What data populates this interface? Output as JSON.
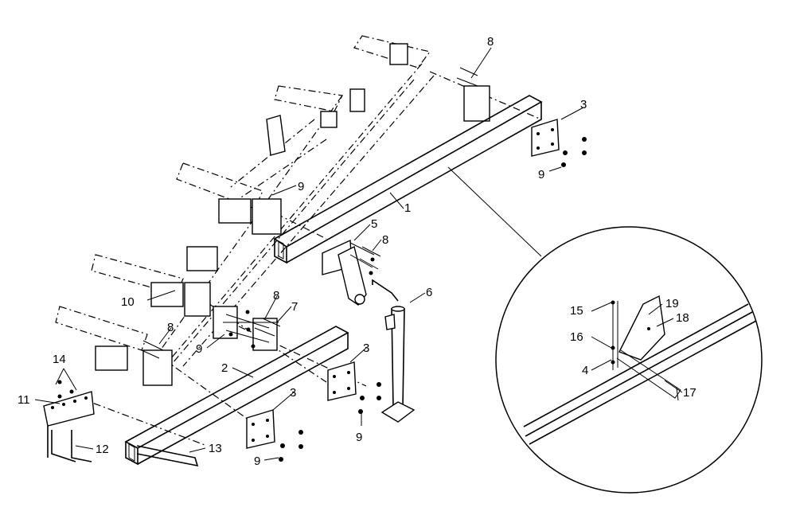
{
  "callouts": [
    {
      "id": "c8a",
      "text": "8"
    },
    {
      "id": "c3a",
      "text": "3"
    },
    {
      "id": "c9a",
      "text": "9"
    },
    {
      "id": "c9b",
      "text": "9"
    },
    {
      "id": "c1",
      "text": "1"
    },
    {
      "id": "c5",
      "text": "5"
    },
    {
      "id": "c8b",
      "text": "8"
    },
    {
      "id": "c6",
      "text": "6"
    },
    {
      "id": "c10",
      "text": "10"
    },
    {
      "id": "c8c",
      "text": "8"
    },
    {
      "id": "c7",
      "text": "7"
    },
    {
      "id": "c8d",
      "text": "8"
    },
    {
      "id": "c9c",
      "text": "9"
    },
    {
      "id": "c3b",
      "text": "3"
    },
    {
      "id": "c2",
      "text": "2"
    },
    {
      "id": "c14",
      "text": "14"
    },
    {
      "id": "c11",
      "text": "11"
    },
    {
      "id": "c3c",
      "text": "3"
    },
    {
      "id": "c9d",
      "text": "9"
    },
    {
      "id": "c12",
      "text": "12"
    },
    {
      "id": "c13",
      "text": "13"
    },
    {
      "id": "c9e",
      "text": "9"
    },
    {
      "id": "c15",
      "text": "15"
    },
    {
      "id": "c19",
      "text": "19"
    },
    {
      "id": "c18",
      "text": "18"
    },
    {
      "id": "c16",
      "text": "16"
    },
    {
      "id": "c4",
      "text": "4"
    },
    {
      "id": "c17",
      "text": "17"
    }
  ]
}
